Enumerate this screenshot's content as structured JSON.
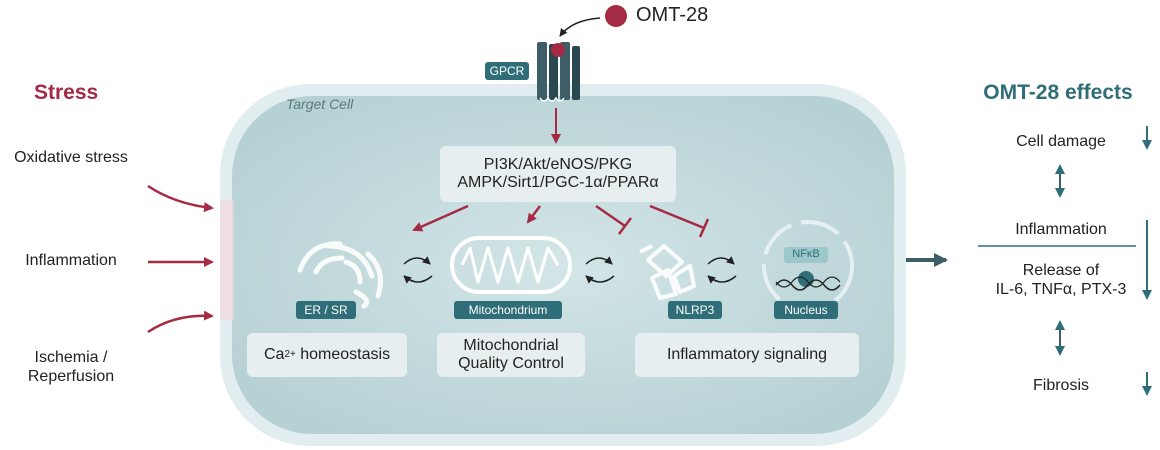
{
  "ligand": {
    "label": "OMT-28",
    "color": "#a52a44"
  },
  "receptor": {
    "label": "GPCR"
  },
  "cell": {
    "label": "Target Cell"
  },
  "pathway": {
    "line1": "PI3K/Akt/eNOS/PKG",
    "line2": "AMPK/Sirt1/PGC-1α/PPARα"
  },
  "stress": {
    "heading": "Stress",
    "items": [
      {
        "label": "Oxidative stress"
      },
      {
        "label": "Inflammation"
      },
      {
        "label": "Ischemia / Reperfusion"
      }
    ]
  },
  "organelles": {
    "er": "ER / SR",
    "mito": "Mitochondrium",
    "nlrp3": "NLRP3",
    "nucleus": "Nucleus",
    "nfkb": "NFκB"
  },
  "processes": {
    "calcium_main": "Ca",
    "calcium_sup": "2+",
    "calcium_rest": " homeostasis",
    "mito_qc_1": "Mitochondrial",
    "mito_qc_2": "Quality Control",
    "inflam_signaling": "Inflammatory signaling"
  },
  "effects": {
    "heading": "OMT-28 effects",
    "cell_damage": "Cell damage",
    "inflammation": "Inflammation",
    "release_1": "Release of",
    "release_2": "IL-6, TNFα, PTX-3",
    "fibrosis": "Fibrosis"
  },
  "colors": {
    "stress": "#a52a44",
    "teal": "#2f6e78",
    "cell_fill": "#c9dfe1",
    "cell_border": "#e0ecee"
  }
}
